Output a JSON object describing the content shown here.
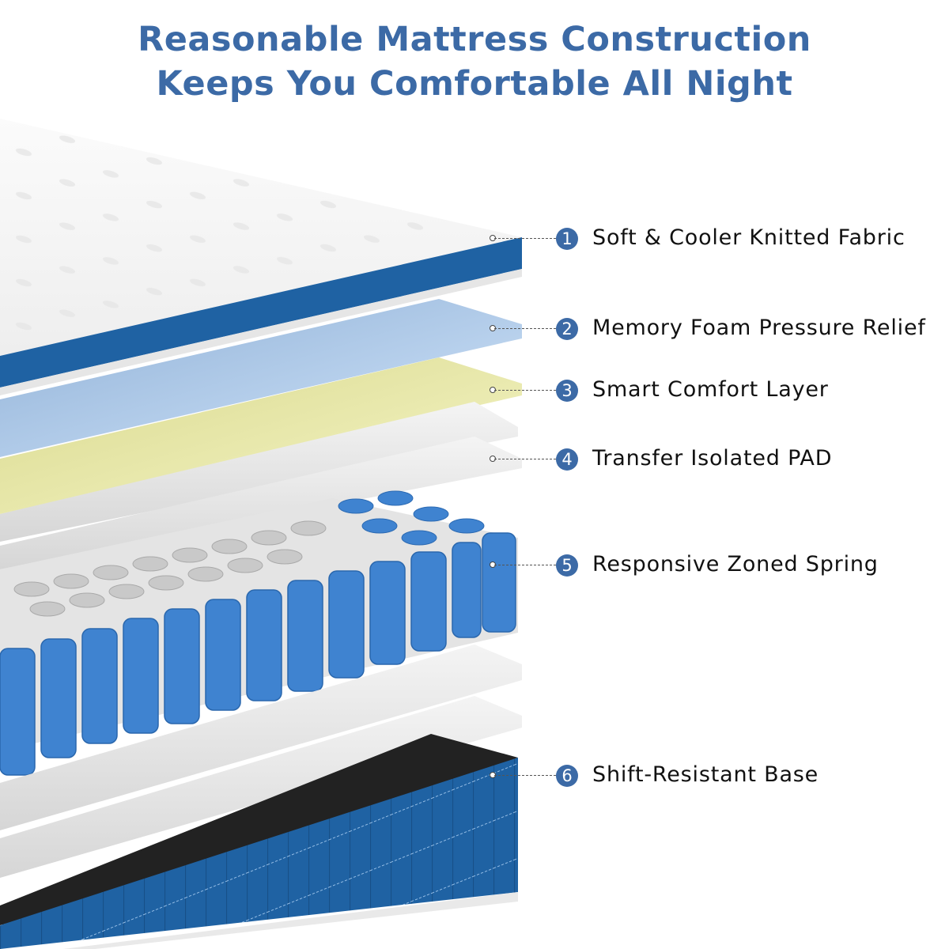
{
  "title": {
    "line1": "Reasonable Mattress Construction",
    "line2": "Keeps You Comfortable All Night"
  },
  "colors": {
    "title": "#3c6aa6",
    "badge": "#3c6aa6",
    "fabric_blue": "#1f62a3",
    "memory_foam": "#a9c6e6",
    "comfort_layer": "#eef0b8",
    "pad": "#e9e9e9",
    "spring_blue": "#3f83d0",
    "spring_gray": "#c9c9c9",
    "base_top": "#222222",
    "base_side": "#1f62a3"
  },
  "callouts": [
    {
      "number": "1",
      "label": "Soft & Cooler Knitted Fabric"
    },
    {
      "number": "2",
      "label": "Memory Foam Pressure Relief"
    },
    {
      "number": "3",
      "label": "Smart Comfort Layer"
    },
    {
      "number": "4",
      "label": "Transfer Isolated PAD"
    },
    {
      "number": "5",
      "label": "Responsive Zoned Spring"
    },
    {
      "number": "6",
      "label": "Shift-Resistant Base"
    }
  ]
}
